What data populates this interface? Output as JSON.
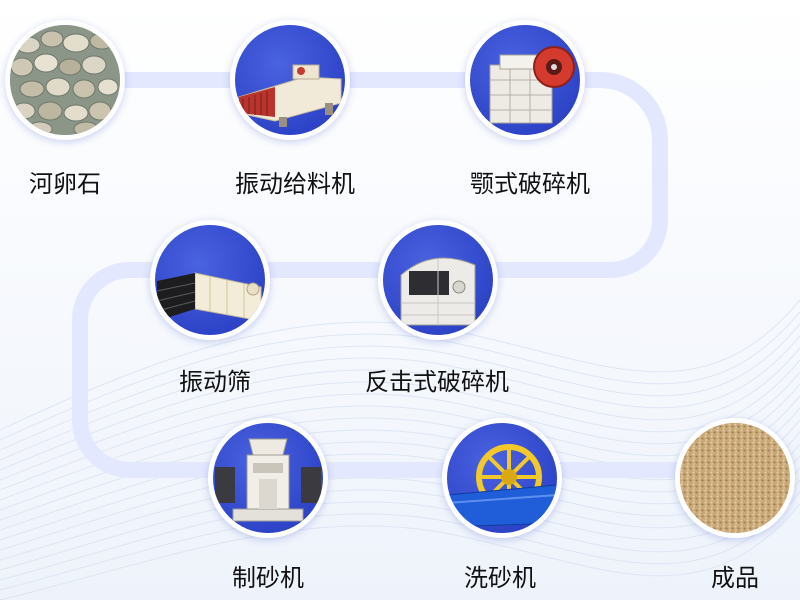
{
  "steps": [
    {
      "label": "河卵石",
      "icon": "pebbles-icon"
    },
    {
      "label": "振动给料机",
      "icon": "vibrating-feeder-icon"
    },
    {
      "label": "颚式破碎机",
      "icon": "jaw-crusher-icon"
    },
    {
      "label": "振动筛",
      "icon": "vibrating-screen-icon"
    },
    {
      "label": "反击式破碎机",
      "icon": "impact-crusher-icon"
    },
    {
      "label": "制砂机",
      "icon": "sand-making-machine-icon"
    },
    {
      "label": "洗砂机",
      "icon": "sand-washer-icon"
    },
    {
      "label": "成品",
      "icon": "finished-sand-icon"
    }
  ],
  "colors": {
    "path": "#e6eaff",
    "disc_blue": "#3249cf",
    "node_ring": "#ffffff"
  }
}
